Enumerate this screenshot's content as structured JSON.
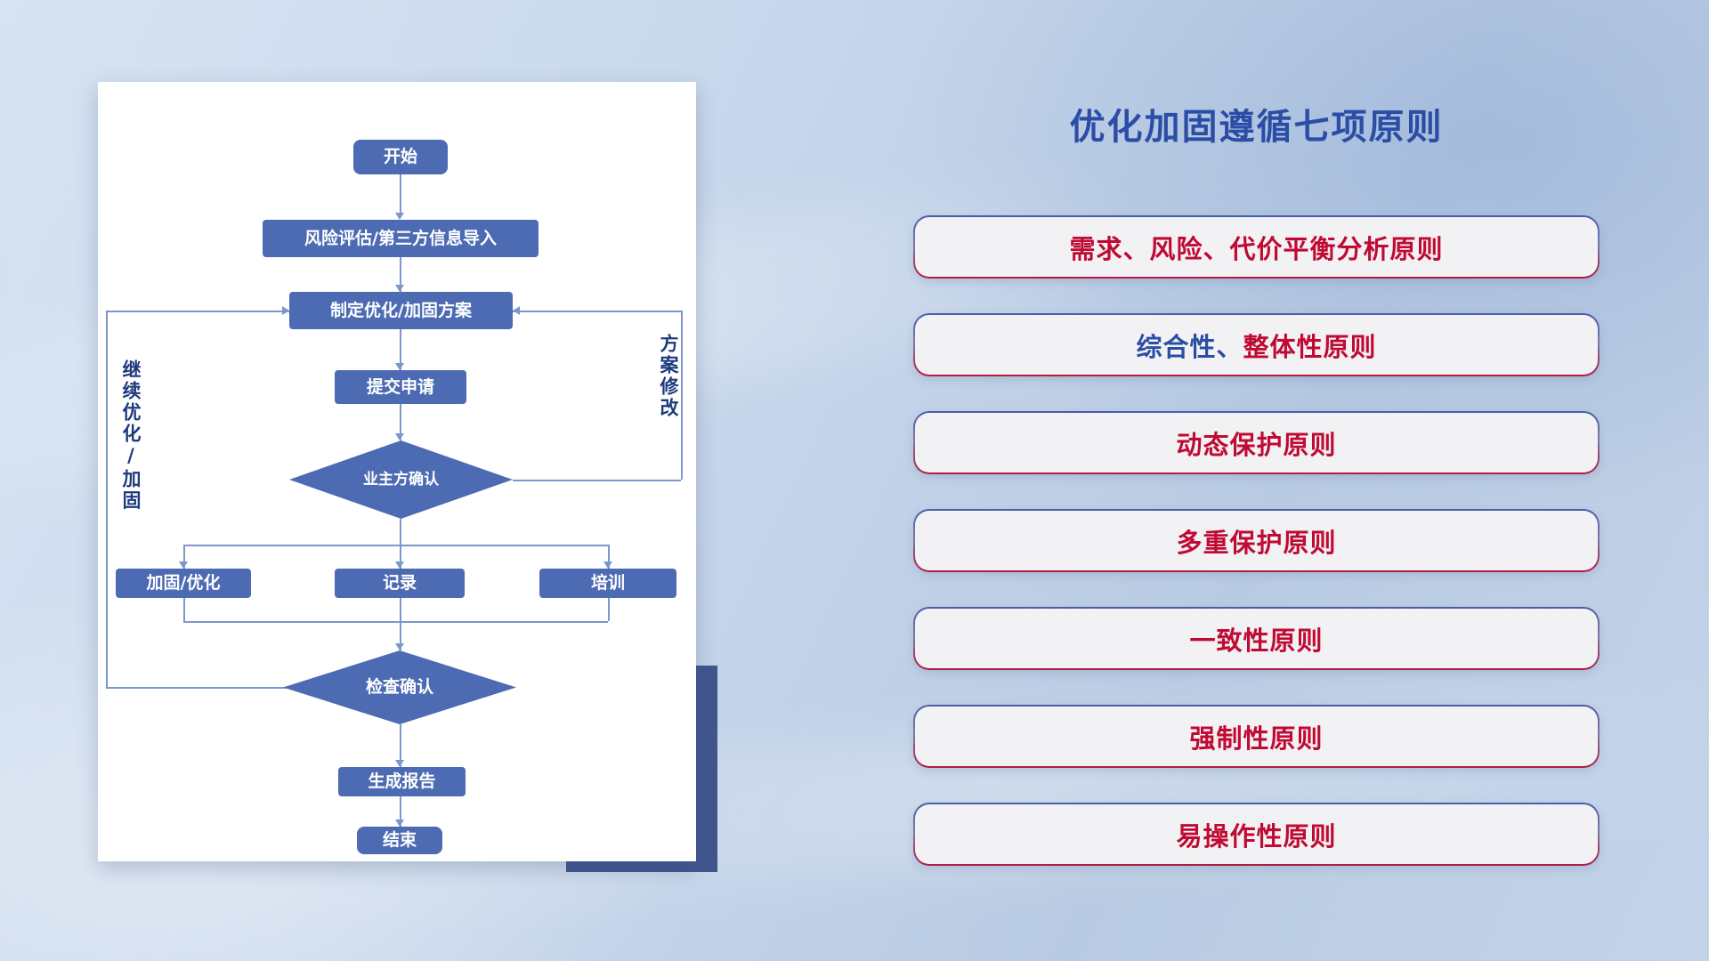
{
  "title": "优化加固遵循七项原则",
  "principles": [
    {
      "segments": [
        {
          "text": "需求、风险、代价平衡分析原则",
          "color": "#c00a33"
        }
      ]
    },
    {
      "segments": [
        {
          "text": "综合性、",
          "color": "#2b4ea2"
        },
        {
          "text": "整体性原则",
          "color": "#c00a33"
        }
      ]
    },
    {
      "segments": [
        {
          "text": "动态保护原则",
          "color": "#c00a33"
        }
      ]
    },
    {
      "segments": [
        {
          "text": "多重保护原则",
          "color": "#c00a33"
        }
      ]
    },
    {
      "segments": [
        {
          "text": "一致性原则",
          "color": "#c00a33"
        }
      ]
    },
    {
      "segments": [
        {
          "text": "强制性原则",
          "color": "#c00a33"
        }
      ]
    },
    {
      "segments": [
        {
          "text": "易操作性原则",
          "color": "#c00a33"
        }
      ]
    }
  ],
  "flowchart": {
    "start": "开始",
    "risk": "风险评估/第三方信息导入",
    "plan": "制定优化/加固方案",
    "submit": "提交申请",
    "owner_confirm": "业主方确认",
    "reinforce": "加固/优化",
    "record": "记录",
    "training": "培训",
    "check_confirm": "检查确认",
    "report": "生成报告",
    "end": "结束",
    "left_loop_label": "继续优化/加固",
    "right_loop_label": "方案修改"
  },
  "colors": {
    "node": "#4d6bb3",
    "line": "#7b97cc",
    "navy": "#1e3a7e",
    "title": "#2b4da6",
    "crimson": "#c00a33",
    "blue-text": "#2b4ea2",
    "accent-rect": "#40568d",
    "box-bg": "#f2f2f4"
  }
}
